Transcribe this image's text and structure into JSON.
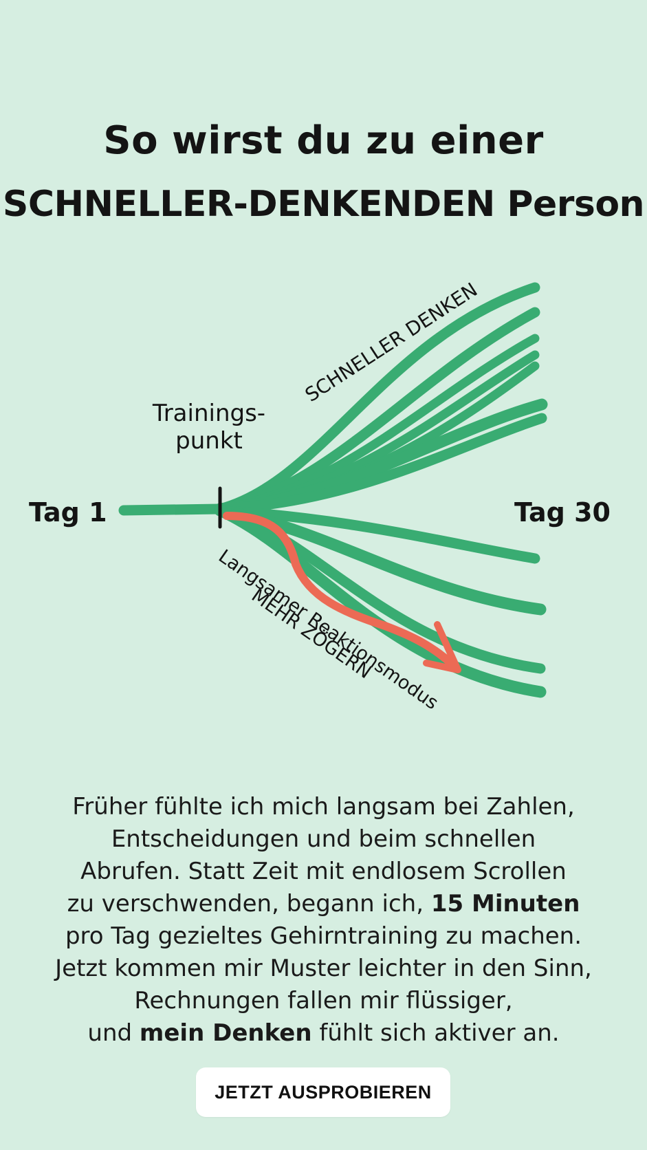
{
  "title": {
    "line1": "So wirst du zu einer",
    "line2": "SCHNELLER-DENKENDEN Person"
  },
  "diagram": {
    "start_label": "Tag 1",
    "end_label": "Tag 30",
    "training_label_line1": "Trainings-",
    "training_label_line2": "punkt",
    "fast_label": "SCHNELLER DENKEN",
    "slow_label_line1": "Langsamer Reaktionsmodus",
    "slow_label_line2": "MEHR ZÖGERN",
    "colors": {
      "fast": "#2ea86a",
      "slow": "#ec6a55",
      "background": "#d6eee1"
    }
  },
  "body": {
    "l1": "Früher fühlte ich mich langsam bei Zahlen,",
    "l2": "Entscheidungen und beim schnellen",
    "l3": "Abrufen. Statt Zeit mit endlosem Scrollen",
    "l4_pre": "zu verschwenden, begann ich, ",
    "l4_bold": "15 Minuten",
    "l5": "pro Tag gezieltes Gehirntraining zu machen.",
    "l6": "Jetzt kommen mir Muster leichter in den Sinn,",
    "l7": "Rechnungen fallen mir flüssiger,",
    "l8_pre": "und ",
    "l8_bold": "mein Denken",
    "l8_post": " fühlt sich aktiver an."
  },
  "cta": {
    "label": "JETZT AUSPROBIEREN"
  }
}
